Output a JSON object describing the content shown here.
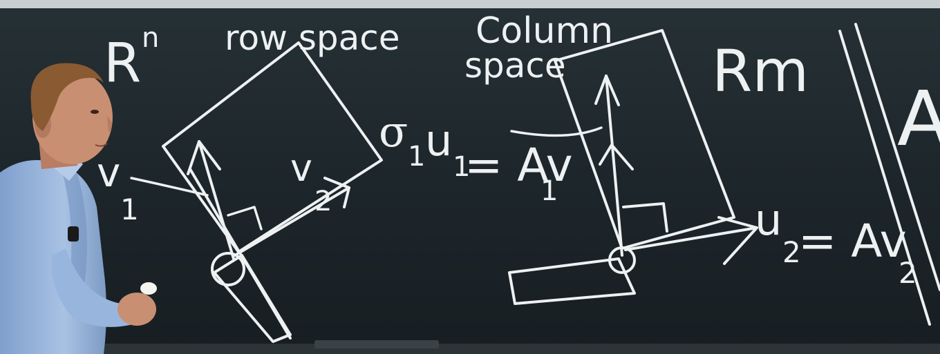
{
  "board": {
    "left_space_label": "R",
    "left_space_superscript": "n",
    "row_space_label": "row space",
    "column_space_label_line1": "Column",
    "column_space_label_line2": "space",
    "right_space_label": "Rm",
    "v1_label": "v",
    "v1_subscript": "1",
    "v2_label": "v",
    "v2_subscript": "2",
    "equation1": {
      "sigma": "σ",
      "sigma_subscript": "1",
      "u": "u",
      "u_subscript": "1",
      "rhs": "= Av",
      "rhs_subscript": "1"
    },
    "equation2": {
      "u": "u",
      "u_subscript": "2",
      "rhs": "= Av",
      "rhs_subscript": "2"
    },
    "edge_letter": "A"
  },
  "colors": {
    "board": "#1b2328",
    "chalk": "#eef1f2",
    "shirt": "#8fb0d9",
    "hair": "#8a5a33",
    "skin": "#c98f72"
  }
}
